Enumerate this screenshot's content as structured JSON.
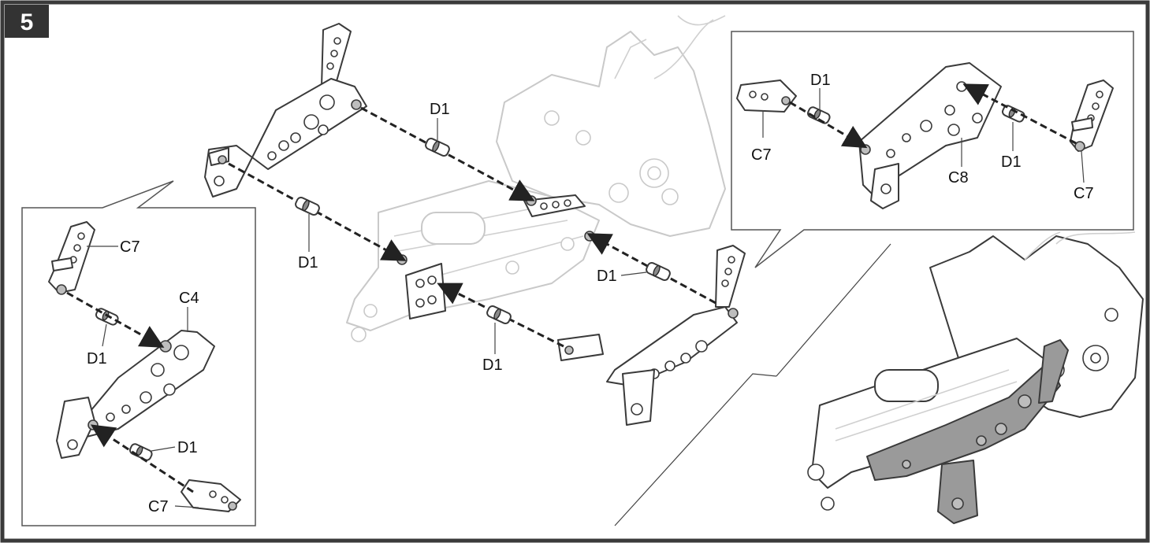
{
  "step": {
    "number": "5"
  },
  "labels": {
    "main_pin_top": "D1",
    "main_pin_left": "D1",
    "main_pin_right": "D1",
    "main_pin_bottom": "D1",
    "left_c7_top": "C7",
    "left_c4": "C4",
    "left_d1_top": "D1",
    "left_d1_bottom": "D1",
    "left_c7_bottom": "C7",
    "right_d1_left": "D1",
    "right_c7_left": "C7",
    "right_c8": "C8",
    "right_d1_right": "D1",
    "right_c7_right": "C7"
  },
  "colors": {
    "frame": "#3a3a3a",
    "step_badge": "#333333",
    "ghost": "#c9c9c9",
    "shaded_part": "#9a9a9a"
  }
}
